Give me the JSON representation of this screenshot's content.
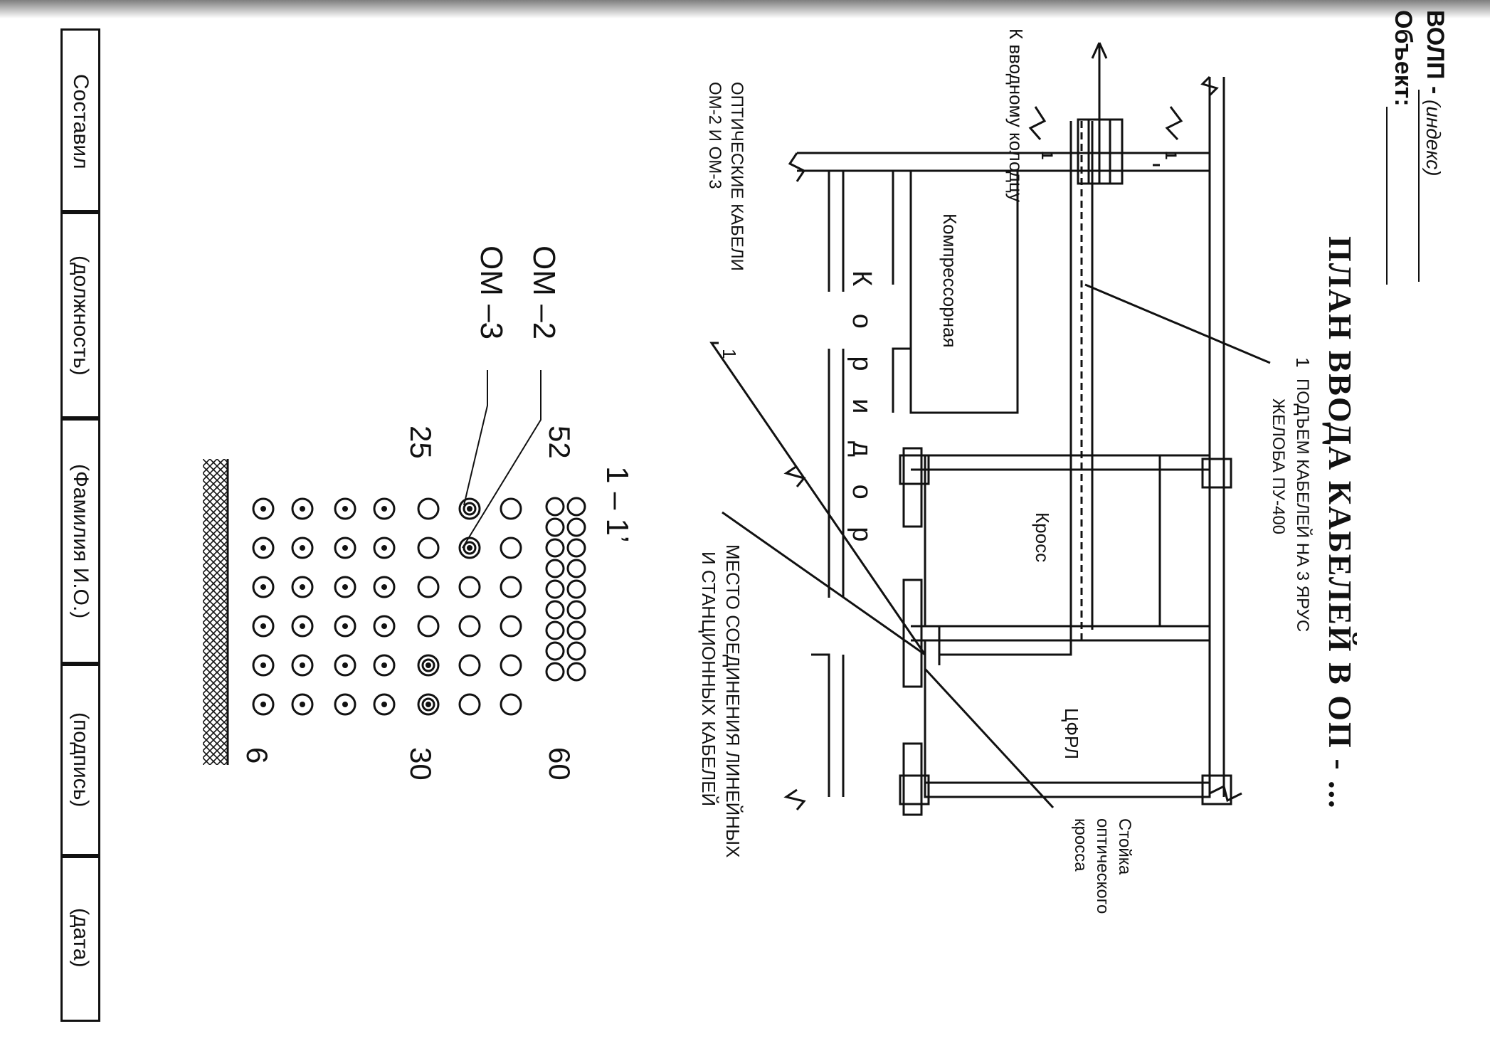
{
  "header": {
    "volp_label": "ВОЛП -",
    "volp_value": "(индекс)",
    "object_label": "Объект:"
  },
  "title": "ПЛАН ВВОДА КАБЕЛЕЙ В ОП - ...",
  "plan": {
    "to_well": "К вводному колодцу",
    "room_compressor": "Компрессорная",
    "room_corridor": "К о р и д о р",
    "room_cross": "Кросс",
    "room_cfrl": "ЦФРЛ",
    "callout1_num": "1",
    "callout1_text_l1": "ПОДЪЕМ КАБЕЛЕЙ НА 3 ЯРУС",
    "callout1_text_l2": "ЖЕЛОБА ПУ-400",
    "cable_label_l1": "ОПТИЧЕСКИЕ КАБЕЛИ",
    "cable_label_l2": "ОМ-2 И ОМ-3",
    "cable_num": "1",
    "joint_l1": "МЕСТО СОЕДИНЕНИЯ ЛИНЕЙНЫХ",
    "joint_l2": "И СТАНЦИОННЫХ КАБЕЛЕЙ",
    "rack_l1": "Стойка",
    "rack_l2": "оптического",
    "rack_l3": "кросса",
    "section_mark": "1",
    "section_mark2": "1"
  },
  "section": {
    "title": "1 – 1’",
    "om2": "ОМ –2",
    "om3": "ОМ –3",
    "num_52": "52",
    "num_60": "60",
    "num_25": "25",
    "num_30": "30",
    "num_6": "6"
  },
  "signature_table": {
    "compiled": "Составил",
    "position": "(должность)",
    "name": "(Фамилия И.О.)",
    "signature": "(подпись)",
    "date": "(дата)"
  }
}
